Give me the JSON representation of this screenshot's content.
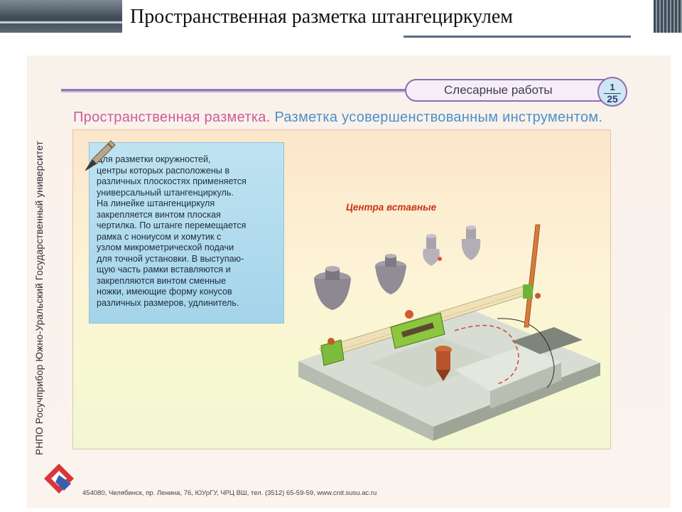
{
  "slide": {
    "title": "Пространственная разметка штангециркулем"
  },
  "poster": {
    "vertical_text": "РНПО Росучприбор    Южно-Уральский Государственный университет",
    "section": "Слесарные работы",
    "page_badge": {
      "top": "1",
      "bottom": "25"
    },
    "heading_part1": "Пространственная разметка.",
    "heading_part2": "Разметка усовершенствованным инструментом.",
    "description": "Для разметки окружностей,\nцентры которых расположены в\nразличных плоскостях применяется\nуниверсальный штангенциркуль.\nНа линейке штангенциркуля\nзакрепляется винтом плоская\nчертилка. По штанге перемещается\nрамка с нониусом и хомутик с\nузлом микрометрической подачи\nдля точной установки. В выступаю-\nщую часть рамки вставляются и\nзакрепляются винтом сменные\nножки, имеющие форму конусов\nразличных размеров, удлинитель.",
    "callout": "Центра вставные",
    "footer": "454080, Челябинск, пр. Ленина, 76, ЮУрГУ, ЧРЦ ВШ, тел. (3512) 65-59-59, www.cnit.susu.ac.ru"
  },
  "colors": {
    "section_border": "#8e6bb4",
    "heading_pink": "#cc5c9a",
    "heading_blue": "#4d8fc8",
    "callout_red": "#c9351a",
    "textbox_blue": "#a4d4ea"
  },
  "icons": [
    "pen-icon",
    "logo-icon"
  ]
}
